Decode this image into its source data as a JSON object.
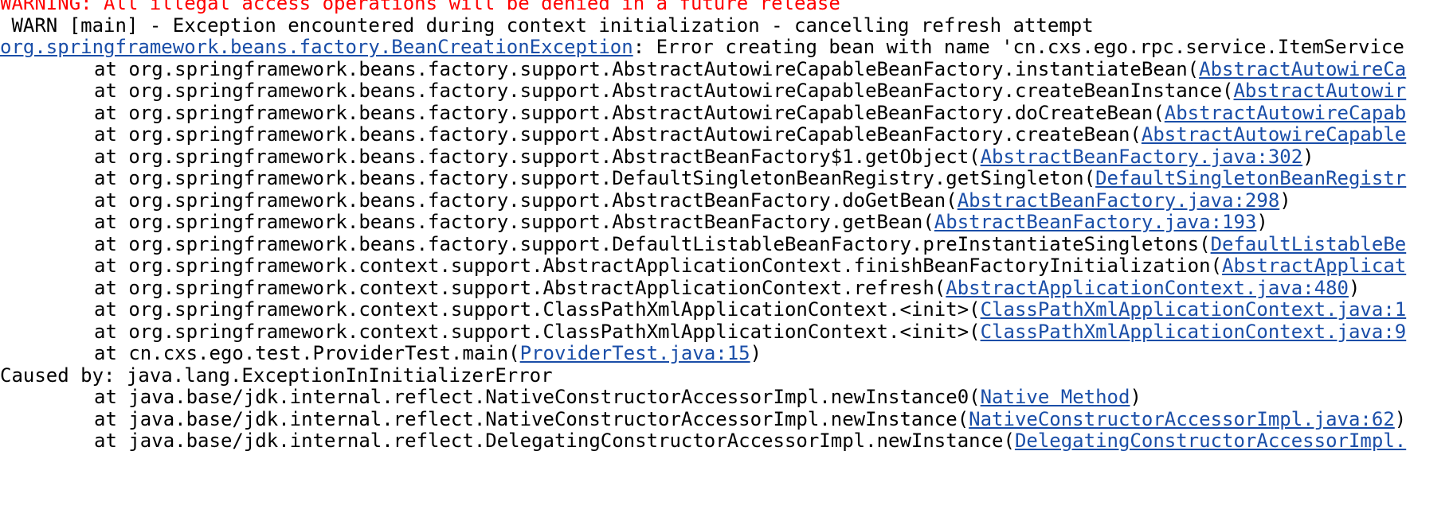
{
  "colors": {
    "warning": "#ff0000",
    "link": "#1a4ea8",
    "text": "#000000",
    "background": "#ffffff"
  },
  "lines": [
    {
      "type": "warning",
      "text": "WARNING: All illegal access operations will be denied in a future release"
    },
    {
      "type": "plain",
      "text": " WARN [main] - Exception encountered during context initialization - cancelling refresh attempt"
    },
    {
      "type": "exception",
      "link": "org.springframework.beans.factory.BeanCreationException",
      "text": ": Error creating bean with name 'cn.cxs.ego.rpc.service.ItemService"
    },
    {
      "type": "frame",
      "prefix": "at org.springframework.beans.factory.support.AbstractAutowireCapableBeanFactory.instantiateBean(",
      "link": "AbstractAutowireCa",
      "suffix": ""
    },
    {
      "type": "frame",
      "prefix": "at org.springframework.beans.factory.support.AbstractAutowireCapableBeanFactory.createBeanInstance(",
      "link": "AbstractAutowir",
      "suffix": ""
    },
    {
      "type": "frame",
      "prefix": "at org.springframework.beans.factory.support.AbstractAutowireCapableBeanFactory.doCreateBean(",
      "link": "AbstractAutowireCapab",
      "suffix": ""
    },
    {
      "type": "frame",
      "prefix": "at org.springframework.beans.factory.support.AbstractAutowireCapableBeanFactory.createBean(",
      "link": "AbstractAutowireCapable",
      "suffix": ""
    },
    {
      "type": "frame",
      "prefix": "at org.springframework.beans.factory.support.AbstractBeanFactory$1.getObject(",
      "link": "AbstractBeanFactory.java:302",
      "suffix": ")"
    },
    {
      "type": "frame",
      "prefix": "at org.springframework.beans.factory.support.DefaultSingletonBeanRegistry.getSingleton(",
      "link": "DefaultSingletonBeanRegistr",
      "suffix": ""
    },
    {
      "type": "frame",
      "prefix": "at org.springframework.beans.factory.support.AbstractBeanFactory.doGetBean(",
      "link": "AbstractBeanFactory.java:298",
      "suffix": ")"
    },
    {
      "type": "frame",
      "prefix": "at org.springframework.beans.factory.support.AbstractBeanFactory.getBean(",
      "link": "AbstractBeanFactory.java:193",
      "suffix": ")"
    },
    {
      "type": "frame",
      "prefix": "at org.springframework.beans.factory.support.DefaultListableBeanFactory.preInstantiateSingletons(",
      "link": "DefaultListableBe",
      "suffix": ""
    },
    {
      "type": "frame",
      "prefix": "at org.springframework.context.support.AbstractApplicationContext.finishBeanFactoryInitialization(",
      "link": "AbstractApplicat",
      "suffix": ""
    },
    {
      "type": "frame",
      "prefix": "at org.springframework.context.support.AbstractApplicationContext.refresh(",
      "link": "AbstractApplicationContext.java:480",
      "suffix": ")"
    },
    {
      "type": "frame",
      "prefix": "at org.springframework.context.support.ClassPathXmlApplicationContext.<init>(",
      "link": "ClassPathXmlApplicationContext.java:1",
      "suffix": ""
    },
    {
      "type": "frame",
      "prefix": "at org.springframework.context.support.ClassPathXmlApplicationContext.<init>(",
      "link": "ClassPathXmlApplicationContext.java:9",
      "suffix": ""
    },
    {
      "type": "frame",
      "prefix": "at cn.cxs.ego.test.ProviderTest.main(",
      "link": "ProviderTest.java:15",
      "suffix": ")"
    },
    {
      "type": "plain",
      "text": "Caused by: java.lang.ExceptionInInitializerError"
    },
    {
      "type": "frame",
      "prefix": "at java.base/jdk.internal.reflect.NativeConstructorAccessorImpl.newInstance0(",
      "link": "Native Method",
      "suffix": ")"
    },
    {
      "type": "frame",
      "prefix": "at java.base/jdk.internal.reflect.NativeConstructorAccessorImpl.newInstance(",
      "link": "NativeConstructorAccessorImpl.java:62",
      "suffix": ")"
    },
    {
      "type": "frame",
      "prefix": "at java.base/jdk.internal.reflect.DelegatingConstructorAccessorImpl.newInstance(",
      "link": "DelegatingConstructorAccessorImpl.",
      "suffix": ""
    }
  ]
}
